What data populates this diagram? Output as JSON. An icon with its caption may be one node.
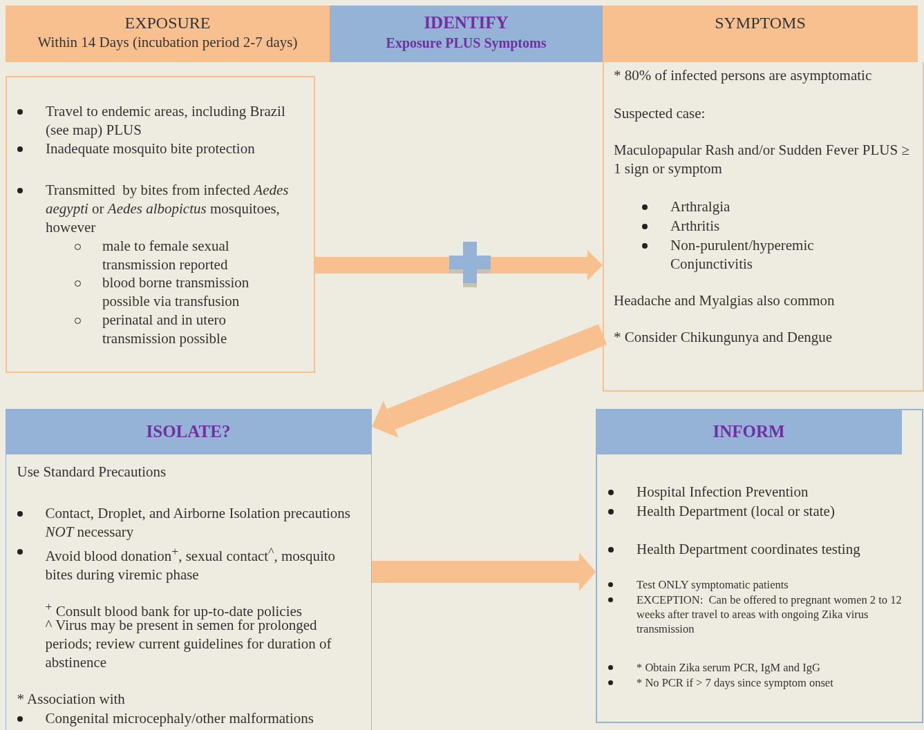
{
  "diagram": {
    "nodes": [
      {
        "text": [
          "EXPOSURE",
          "Within 14 Days (incubation period 2-7 days)"
        ]
      },
      {
        "text": [
          "IDENTIFY",
          "Exposure PLUS Symptoms"
        ]
      },
      {
        "text": [
          "SYMPTOMS"
        ]
      },
      {
        "text": [
          "Travel to endemic areas, including Brazil (see map) PLUS",
          "Inadequate mosquito bite protection",
          "Transmitted  by bites from infected *Aedes aegypti* or *Aedes albopictus* mosquitoes, however",
          "male to female sexual transmission reported",
          "blood borne transmission possible via transfusion",
          "perinatal and in utero transmission possible"
        ]
      },
      {
        "text": [
          "* 80% of infected persons are asymptomatic",
          "Suspected case:",
          "Maculopapular Rash and/or Sudden Fever PLUS ≥ 1 sign or symptom",
          "Arthralgia",
          "Arthritis",
          "Non-purulent/hyperemic Conjunctivitis",
          "Headache and Myalgias also common",
          "* Consider Chikungunya and Dengue"
        ]
      },
      {
        "text": [
          "ISOLATE?",
          "Use Standard Precautions",
          "Contact, Droplet, and Airborne Isolation precautions *NOT* necessary",
          "Avoid blood donation$^{+}$, sexual contact$^{^}$, mosquito bites during viremic phase",
          "$^{+}$ Consult blood bank for up-to-date policies",
          "^ Virus may be present in semen for prolonged periods; review current guidelines for duration of abstinence",
          "* Association with",
          "Congenital microcephaly/other malformations"
        ]
      },
      {
        "text": [
          "INFORM",
          "Hospital Infection Prevention",
          "Health Department (local or state)",
          "Health Department coordinates testing",
          "Test ONLY symptomatic patients",
          "EXCEPTION:  Can be offered to pregnant women 2 to 12 weeks after travel to areas with ongoing Zika virus transmission",
          "* Obtain Zika serum PCR, IgM and IgG",
          "* No PCR if > 7 days since symptom onset"
        ]
      }
    ],
    "edges": [
      {
        "from": 3,
        "to": 4,
        "arrow": "to"
      },
      {
        "from": 4,
        "to": 5,
        "arrow": "to"
      },
      {
        "from": 5,
        "to": 6,
        "arrow": "to"
      }
    ]
  }
}
